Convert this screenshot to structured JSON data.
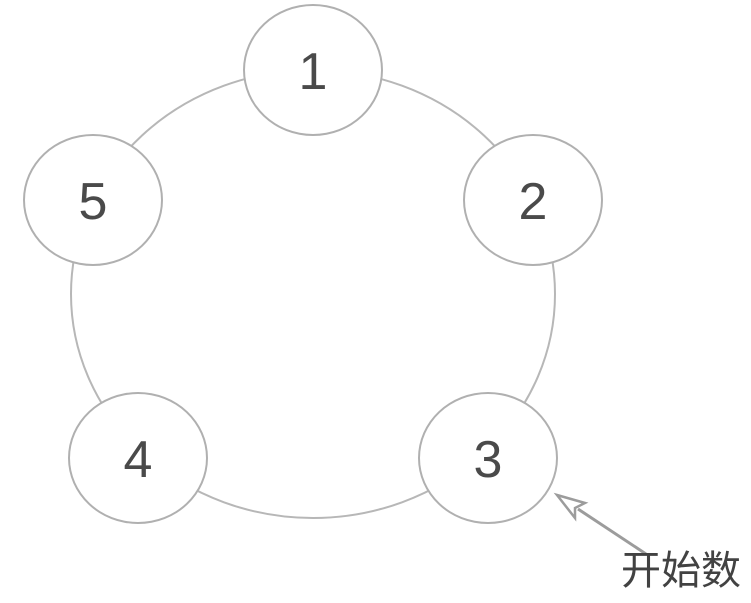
{
  "diagram": {
    "title": "number-ring-counting-diagram",
    "nodes": [
      {
        "label": "1",
        "position": "top"
      },
      {
        "label": "2",
        "position": "right"
      },
      {
        "label": "3",
        "position": "bottom-right"
      },
      {
        "label": "4",
        "position": "bottom-left"
      },
      {
        "label": "5",
        "position": "left"
      }
    ],
    "annotation": {
      "label": "开始数",
      "points_to_node": "3"
    },
    "colors": {
      "background": "#ffffff",
      "ring_stroke": "#b7b7b7",
      "node_stroke": "#b0b0b0",
      "node_fill": "#ffffff",
      "number_text": "#4a4a4a",
      "arrow": "#9c9c9c",
      "annotation_text": "#424242"
    }
  }
}
